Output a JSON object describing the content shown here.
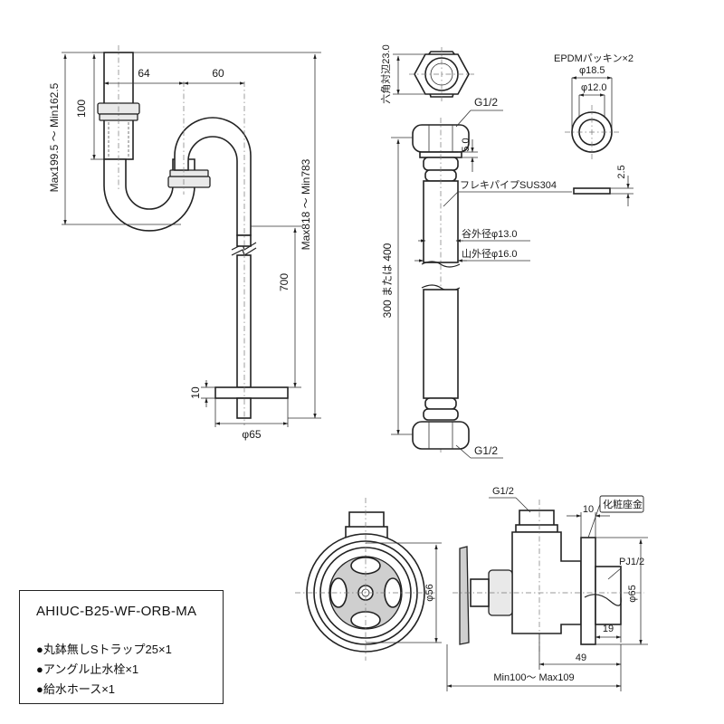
{
  "product": {
    "model": "AHIUC-B25-WF-ORB-MA",
    "items": [
      "●丸鉢無しSトラップ25×1",
      "●アングル止水栓×1",
      "●給水ホース×1"
    ]
  },
  "trap": {
    "dim_64": "64",
    "dim_60": "60",
    "dim_100": "100",
    "dim_max_min": "Max199.5 ～ Min162.5",
    "dim_700": "700",
    "dim_height": "Max818 ～ Min783",
    "dim_10": "10",
    "dim_phi65": "φ65"
  },
  "hose": {
    "hex_across": "六角対辺23.0",
    "g12_top": "G1/2",
    "g12_bottom": "G1/2",
    "dim_5": "5.0",
    "material": "フレキパイプSUS304",
    "valley_od": "谷外径φ13.0",
    "ridge_od": "山外径φ16.0",
    "length": "300 または 400"
  },
  "packing": {
    "label": "EPDMパッキン×2",
    "outer": "φ18.5",
    "inner": "φ12.0",
    "thick": "2.5"
  },
  "valve": {
    "g12": "G1/2",
    "escutcheon": "化粧座金",
    "dim_10": "10",
    "pj": "PJ1/2",
    "phi56": "φ56",
    "phi65": "φ65",
    "dim_19": "19",
    "dim_49": "49",
    "range": "Min100～ Max109"
  }
}
